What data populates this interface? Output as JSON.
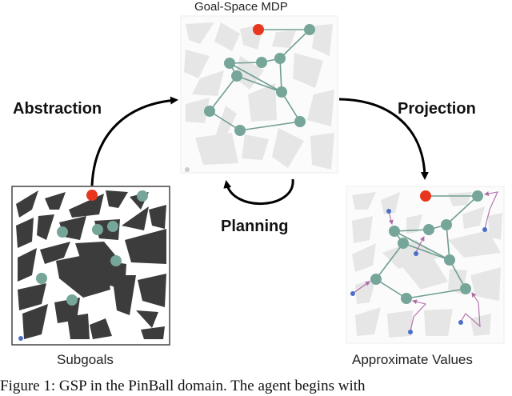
{
  "panels": {
    "top_title": "Goal-Space MDP",
    "left_title": "Subgoals",
    "right_title": "Approximate Values"
  },
  "arrows": {
    "abstraction": "Abstraction",
    "projection": "Projection",
    "planning": "Planning"
  },
  "caption": "Figure 1: GSP in the PinBall domain. The agent begins with",
  "colors": {
    "obstacle_dark": "#3c3c3c",
    "obstacle_light": "#e6e6e6",
    "node": "#76a59a",
    "edge": "#6f9e92",
    "goal": "#e8351e",
    "start_dot": "#4a6fc9",
    "value_path": "#b06aa8"
  }
}
